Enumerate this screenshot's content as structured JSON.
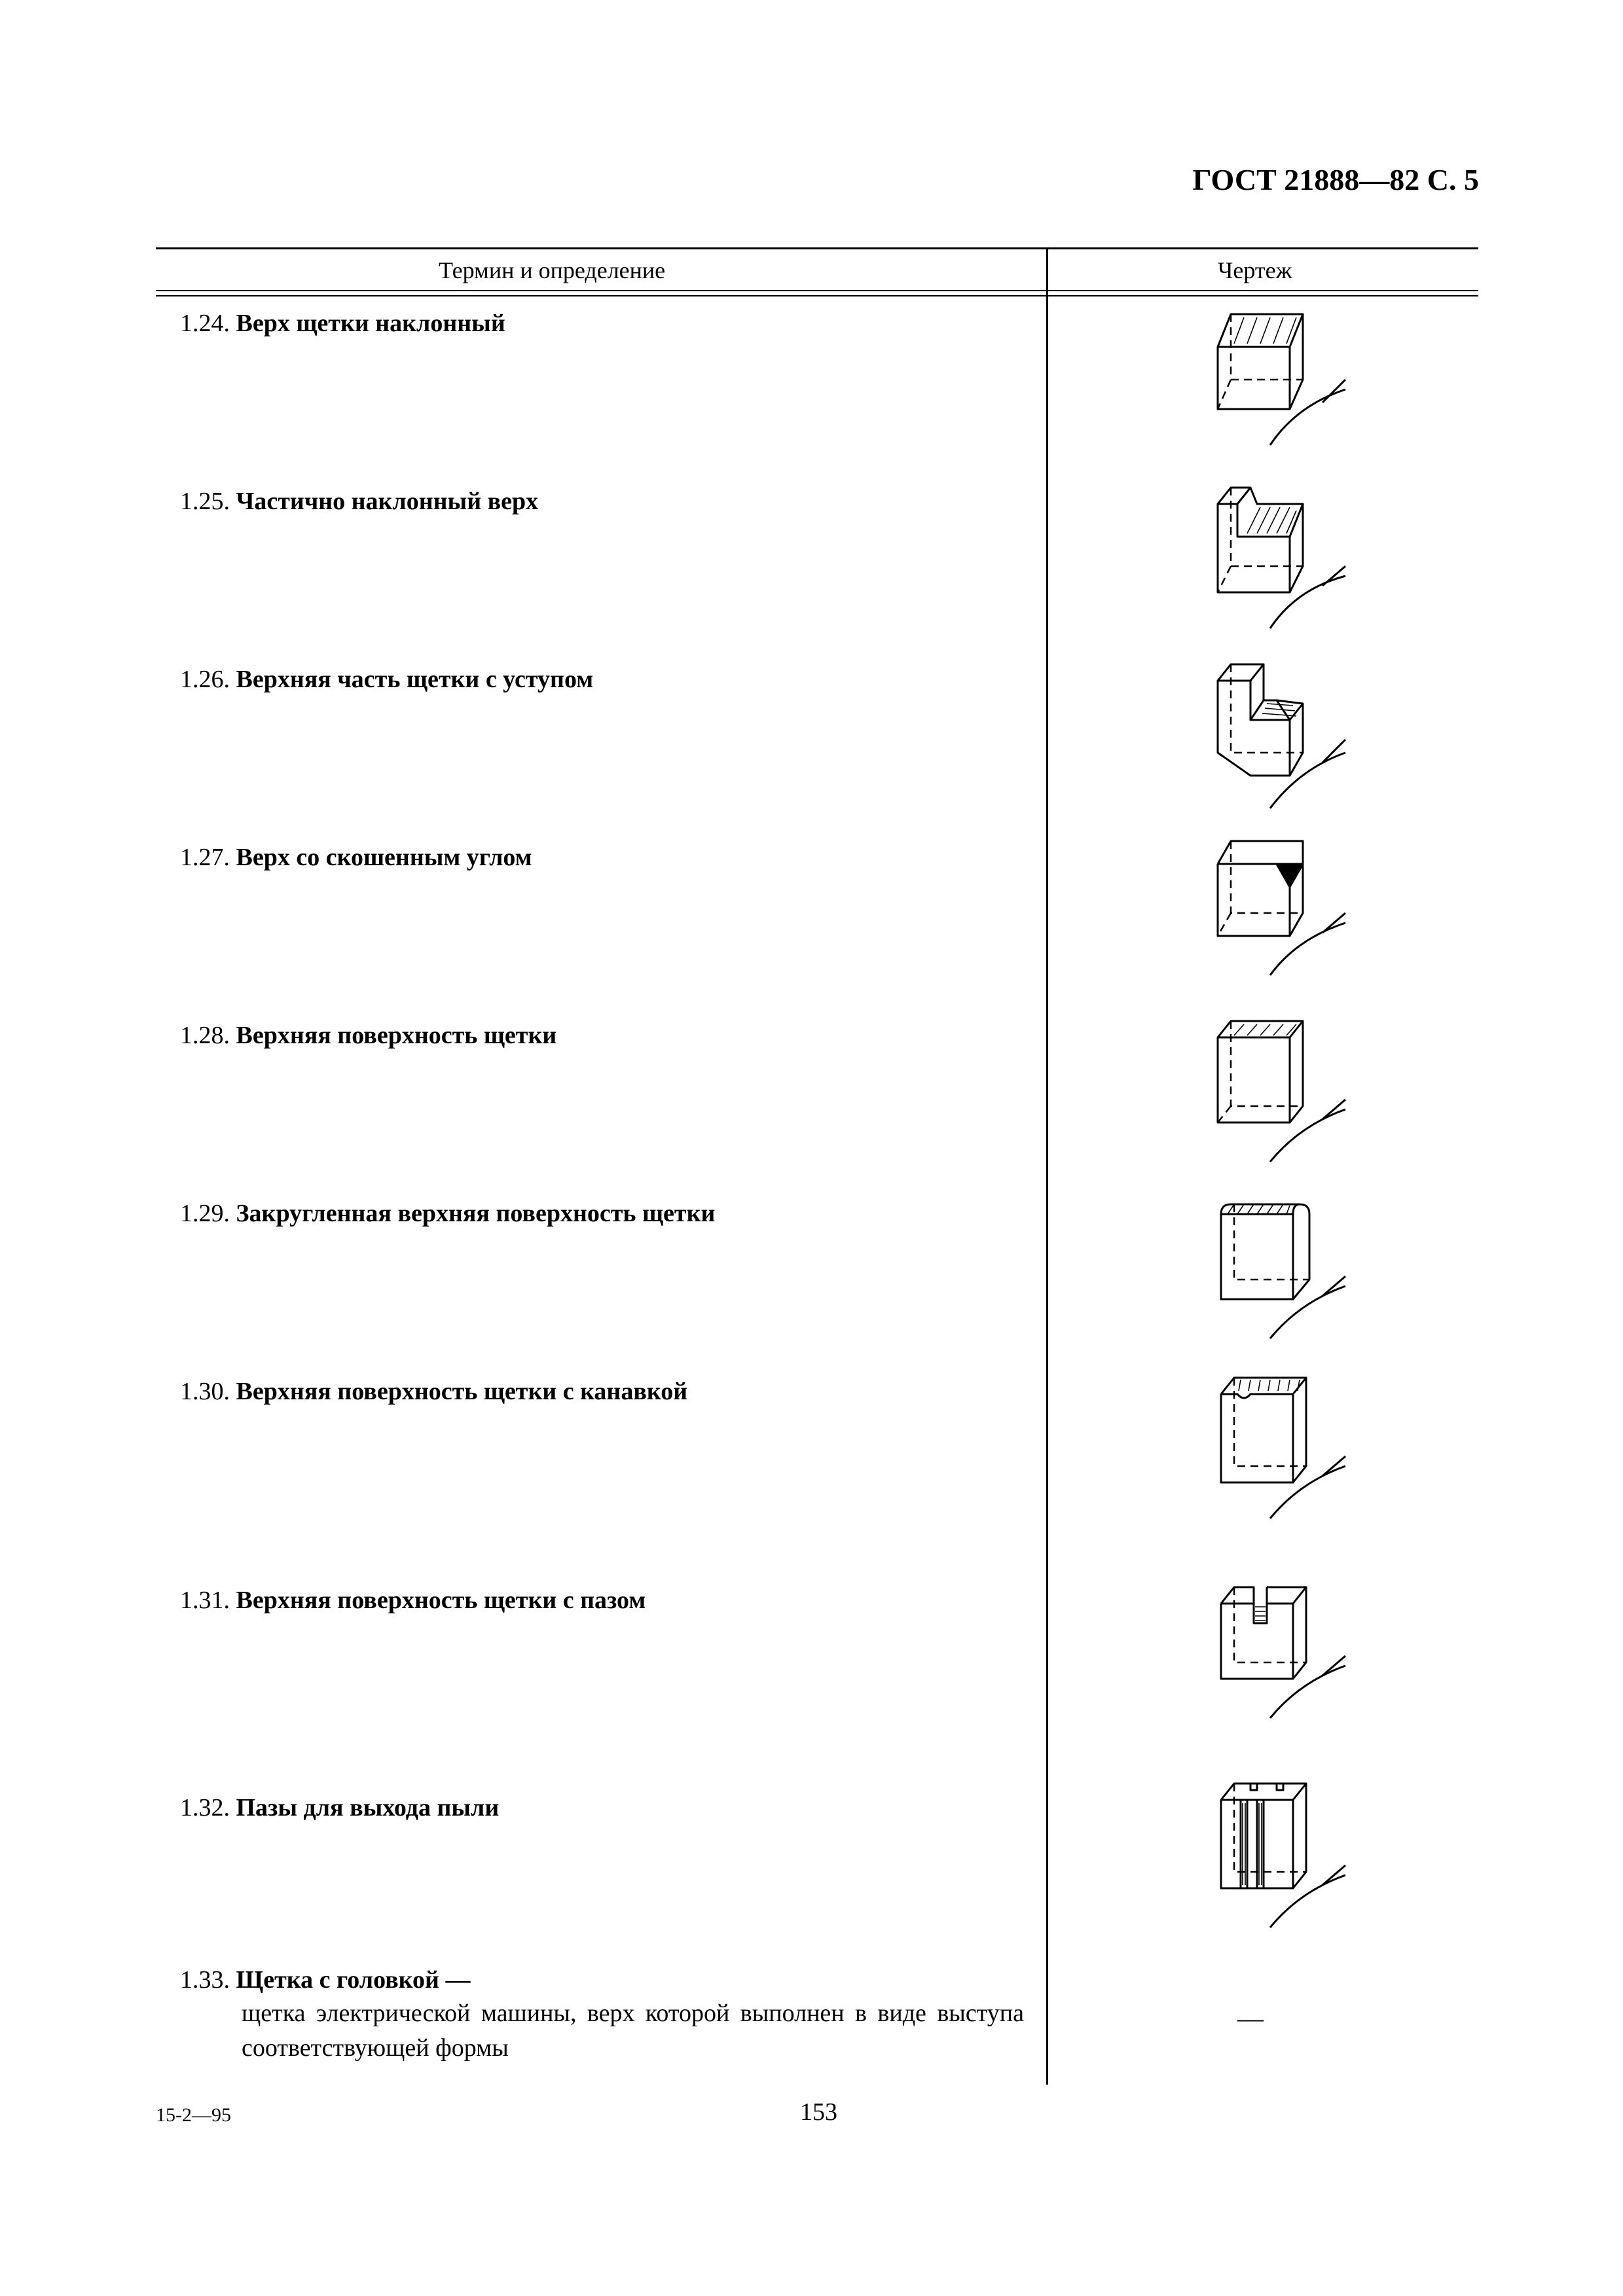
{
  "header": {
    "title": "ГОСТ 21888—82 С. 5"
  },
  "table": {
    "col_term": "Термин и определение",
    "col_drawing": "Чертеж",
    "rows": [
      {
        "num": "1.24.",
        "term": "Верх щетки наклонный",
        "drawing": "slanted-top-brush-drawing"
      },
      {
        "num": "1.25.",
        "term": "Частично наклонный верх",
        "drawing": "partially-slanted-top-drawing"
      },
      {
        "num": "1.26.",
        "term": "Верхняя часть щетки с уступом",
        "drawing": "stepped-top-drawing"
      },
      {
        "num": "1.27.",
        "term": "Верх со скошенным углом",
        "drawing": "chamfered-corner-top-drawing"
      },
      {
        "num": "1.28.",
        "term": "Верхняя поверхность щетки",
        "drawing": "top-surface-drawing"
      },
      {
        "num": "1.29.",
        "term": "Закругленная верхняя поверхность щетки",
        "drawing": "rounded-top-surface-drawing"
      },
      {
        "num": "1.30.",
        "term": "Верхняя поверхность щетки с канавкой",
        "drawing": "grooved-top-surface-drawing"
      },
      {
        "num": "1.31.",
        "term": "Верхняя поверхность щетки с пазом",
        "drawing": "slotted-top-surface-drawing"
      },
      {
        "num": "1.32.",
        "term": "Пазы для выхода пыли",
        "drawing": "dust-slots-drawing"
      }
    ],
    "last_row": {
      "num": "1.33.",
      "term": "Щетка с головкой —",
      "definition": "щетка электрической машины, верх которой выполнен в виде выступа соответствующей формы",
      "drawing_dash": "—"
    }
  },
  "footer": {
    "code": "15-2—95",
    "page": "153"
  }
}
